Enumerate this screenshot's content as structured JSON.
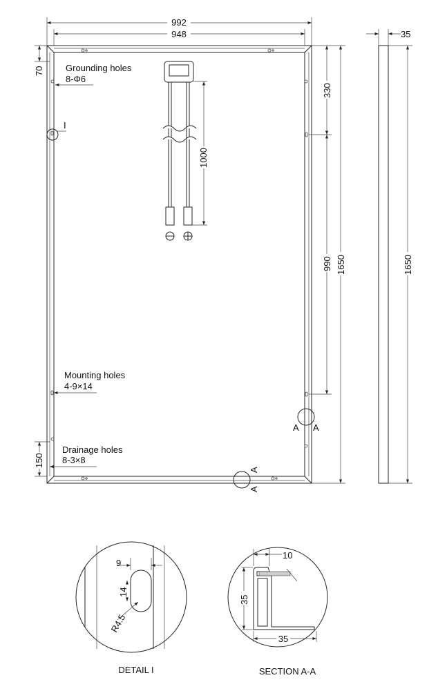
{
  "front_view": {
    "width_overall": "992",
    "width_inner": "948",
    "height_overall": "1650",
    "grounding_label": "Grounding holes",
    "grounding_spec": "8-Φ6",
    "grounding_offset": "70",
    "mounting_label": "Mounting holes",
    "mounting_spec": "4-9×14",
    "mounting_top_offset": "330",
    "mounting_spacing": "990",
    "drainage_label": "Drainage holes",
    "drainage_spec": "8-3×8",
    "drainage_offset": "150",
    "cable_length": "1000",
    "detail_marker": "I",
    "section_marker": "A"
  },
  "side_view": {
    "thickness": "35",
    "height": "1650"
  },
  "detail_i": {
    "title": "DETAIL I",
    "slot_width": "9",
    "slot_length": "14",
    "radius": "R4.5"
  },
  "section_aa": {
    "title": "SECTION A-A",
    "lip_width": "10",
    "frame_height": "35",
    "frame_width": "35"
  }
}
